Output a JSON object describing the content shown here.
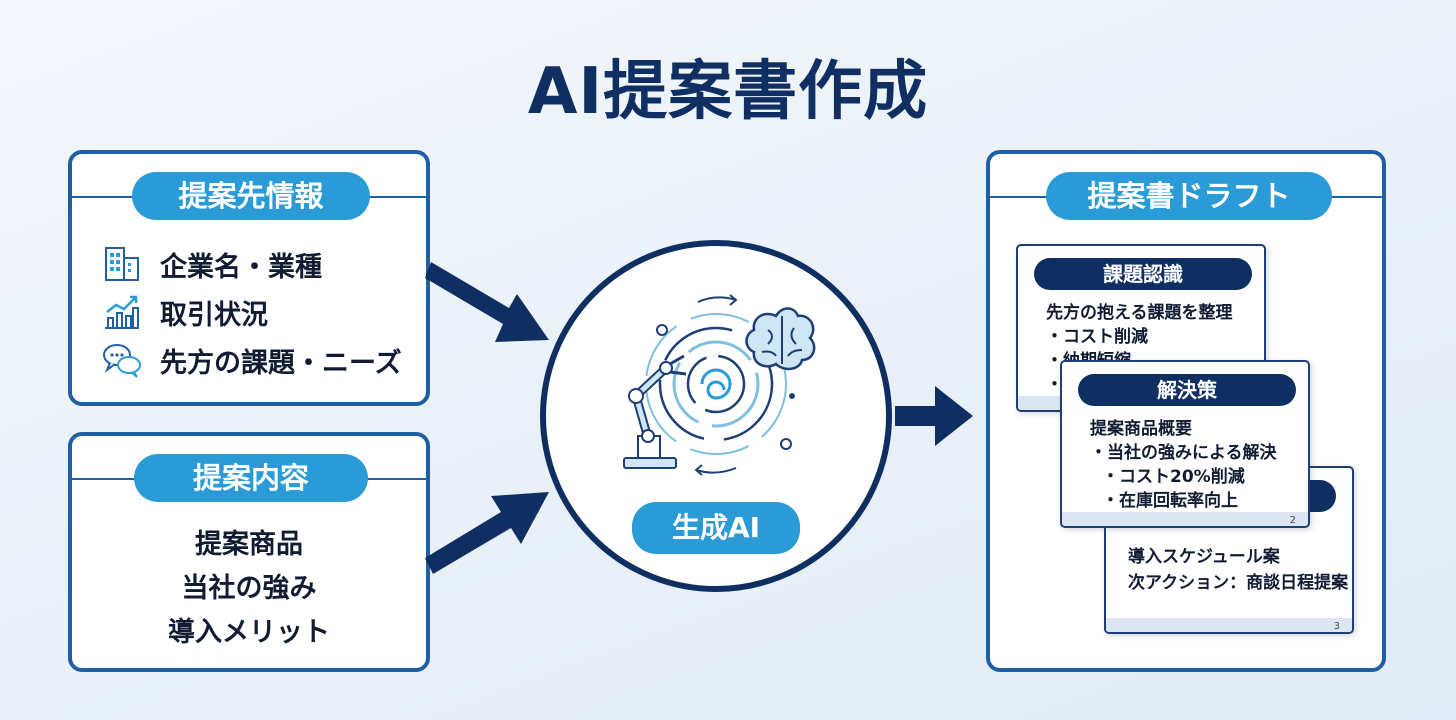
{
  "title": "AI提案書作成",
  "client_info": {
    "header": "提案先情報",
    "items": [
      {
        "icon": "building-icon",
        "label": "企業名・業種"
      },
      {
        "icon": "growth-chart-icon",
        "label": "取引状況"
      },
      {
        "icon": "chat-bubbles-icon",
        "label": "先方の課題・ニーズ"
      }
    ]
  },
  "proposal_content": {
    "header": "提案内容",
    "items": [
      "提案商品",
      "当社の強み",
      "導入メリット"
    ]
  },
  "center": {
    "label": "生成AI",
    "icons": [
      "robot-arm-icon",
      "swirl-icon",
      "brain-icon"
    ]
  },
  "draft": {
    "header": "提案書ドラフト",
    "slides": [
      {
        "title": "課題認識",
        "lines": [
          "先方の抱える課題を整理",
          "・コスト削減",
          "・納期短縮",
          "・"
        ]
      },
      {
        "title": "解決策",
        "lines": [
          "提案商品概要",
          "・当社の強みによる解決",
          "・コスト20%削減",
          "・在庫回転率向上"
        ],
        "page": "2"
      },
      {
        "title": "",
        "lines": [
          "導入スケジュール案",
          "次アクション：商談日程提案"
        ],
        "page": "3"
      }
    ]
  },
  "colors": {
    "navy": "#0f2f63",
    "accent_blue": "#2a9bd6",
    "border_blue": "#1f5fa4"
  }
}
